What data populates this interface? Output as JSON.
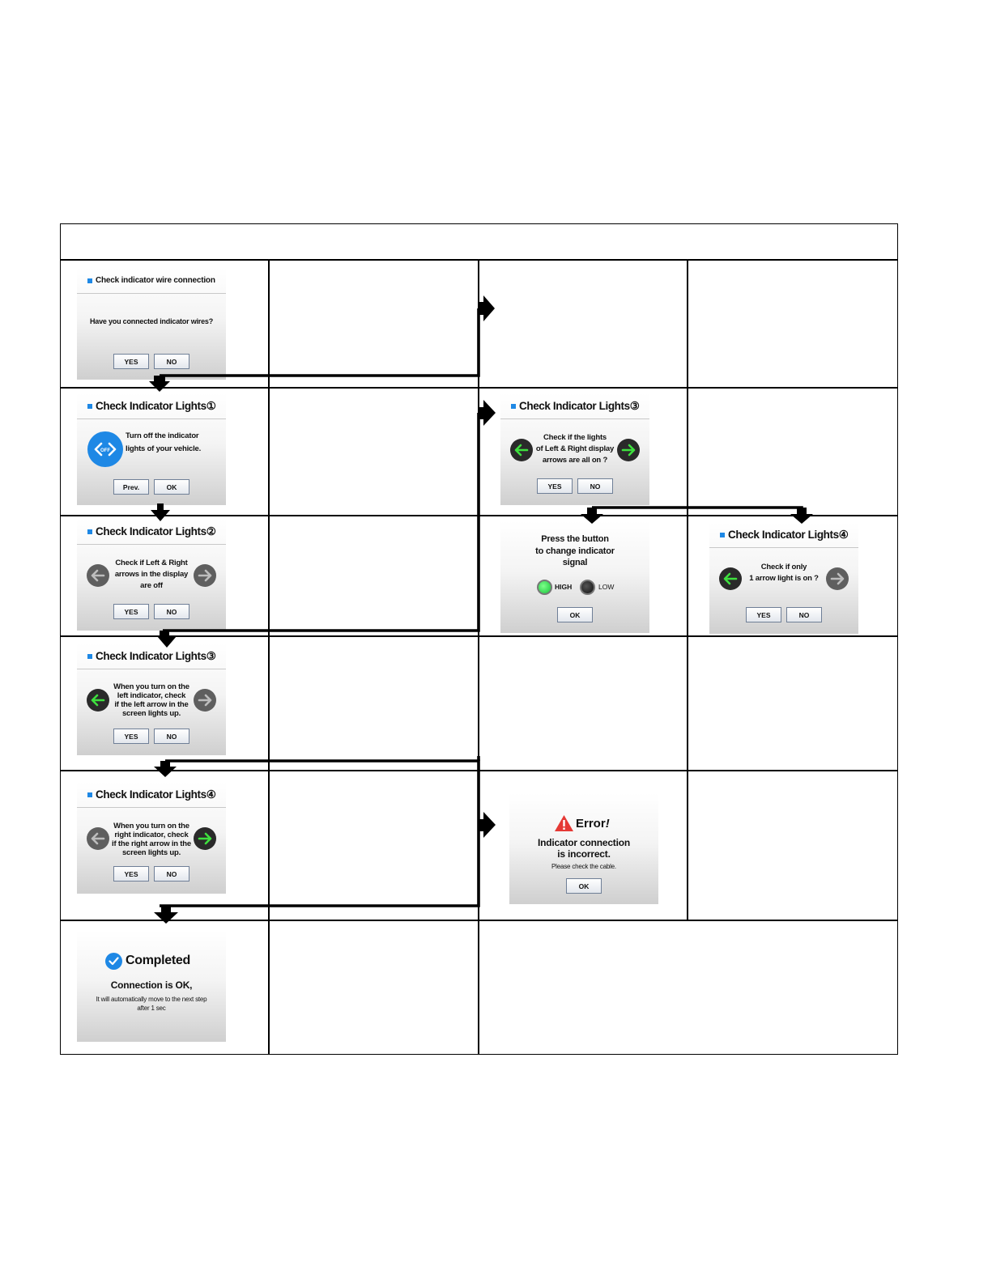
{
  "screens": {
    "wire": {
      "title": "Check indicator wire connection",
      "message": "Have you connected indicator wires?",
      "yes": "YES",
      "no": "NO"
    },
    "lights1": {
      "title": "Check Indicator Lights①",
      "message_line1": "Turn off the indicator",
      "message_line2": "lights of your vehicle.",
      "prev": "Prev.",
      "ok": "OK"
    },
    "lights2": {
      "title": "Check Indicator Lights②",
      "message_line1": "Check if Left & Right",
      "message_line2": "arrows in the display",
      "message_line3": "are off",
      "yes": "YES",
      "no": "NO"
    },
    "lights3_all": {
      "title": "Check Indicator Lights③",
      "message_line1": "Check if the lights",
      "message_line2": "of Left & Right display",
      "message_line3": "arrows are all on ?",
      "yes": "YES",
      "no": "NO"
    },
    "press_button": {
      "message_line1": "Press the button",
      "message_line2": "to change indicator",
      "message_line3": "signal",
      "high": "HIGH",
      "low": "LOW",
      "ok": "OK"
    },
    "lights4_one": {
      "title": "Check Indicator Lights④",
      "message_line1": "Check if only",
      "message_line2": "1 arrow light is on ?",
      "yes": "YES",
      "no": "NO"
    },
    "lights3_left": {
      "title": "Check Indicator Lights③",
      "message_line1": "When you turn on the",
      "message_line2": "left indicator, check",
      "message_line3": "if the left arrow in the",
      "message_line4": "screen lights up.",
      "yes": "YES",
      "no": "NO"
    },
    "lights4_right": {
      "title": "Check Indicator Lights④",
      "message_line1": "When you turn on the",
      "message_line2": "right indicator, check",
      "message_line3": "if the right arrow in the",
      "message_line4": "screen lights up.",
      "yes": "YES",
      "no": "NO"
    },
    "error": {
      "title": "Error",
      "title_mark": "!",
      "message_line1": "Indicator connection",
      "message_line2": "is incorrect.",
      "message_line3": "Please check the cable.",
      "ok": "OK"
    },
    "completed": {
      "title": "Completed",
      "message_line1": "Connection is OK,",
      "message_line2": "It will automatically move to the next step",
      "message_line3": "after 1 sec"
    }
  },
  "colors": {
    "accent_blue": "#1e88e5",
    "arrow_green": "#3ee03e",
    "error_red": "#e53935",
    "line": "#000000"
  }
}
